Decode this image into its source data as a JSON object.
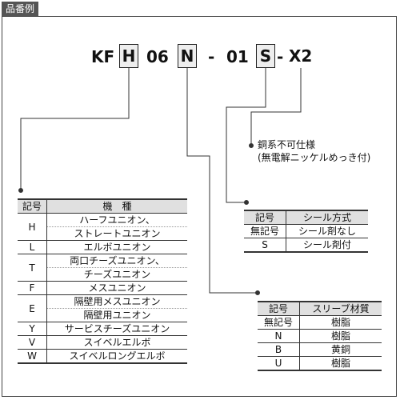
{
  "header": {
    "title": "品番例"
  },
  "part_code": {
    "kf": "KF",
    "h": "H",
    "size": "06",
    "n": "N",
    "dash1": "-",
    "thread": "01",
    "s": "S",
    "dash2": "-",
    "x2": "X2"
  },
  "note": {
    "line1": "銅系不可仕様",
    "line2": "(無電解ニッケルめっき付)"
  },
  "kind_table": {
    "headers": [
      "記号",
      "機　種"
    ],
    "rows": [
      {
        "code": "H",
        "lines": [
          "ハーフユニオン、",
          "ストレートユニオン"
        ]
      },
      {
        "code": "L",
        "lines": [
          "エルボユニオン"
        ]
      },
      {
        "code": "T",
        "lines": [
          "両口チーズユニオン、",
          "チーズユニオン"
        ]
      },
      {
        "code": "F",
        "lines": [
          "メスユニオン"
        ]
      },
      {
        "code": "E",
        "lines": [
          "隔壁用メスユニオン",
          "隔壁用ユニオン"
        ]
      },
      {
        "code": "Y",
        "lines": [
          "サービスチーズユニオン"
        ]
      },
      {
        "code": "V",
        "lines": [
          "スイベルエルボ"
        ]
      },
      {
        "code": "W",
        "lines": [
          "スイベルロングエルボ"
        ]
      }
    ]
  },
  "seal_table": {
    "headers": [
      "記号",
      "シール方式"
    ],
    "rows": [
      {
        "code": "無記号",
        "value": "シール剤なし"
      },
      {
        "code": "S",
        "value": "シール剤付"
      }
    ]
  },
  "sleeve_table": {
    "headers": [
      "記号",
      "スリーブ材質"
    ],
    "rows": [
      {
        "code": "無記号",
        "value": "樹脂"
      },
      {
        "code": "N",
        "value": "樹脂"
      },
      {
        "code": "B",
        "value": "黄銅"
      },
      {
        "code": "U",
        "value": "樹脂"
      }
    ]
  }
}
